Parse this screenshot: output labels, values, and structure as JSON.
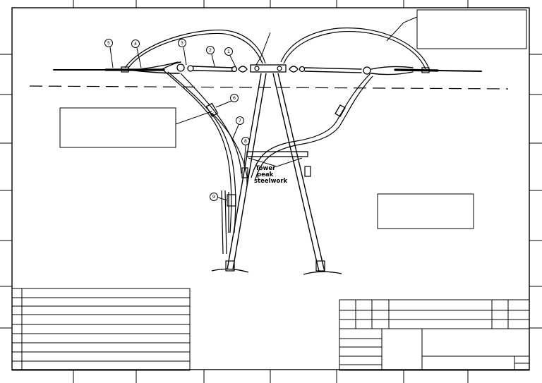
{
  "drawing": {
    "steelwork_label": [
      "Tower",
      "peak",
      "steelwork"
    ],
    "item_numbers": [
      "1",
      "2",
      "3",
      "4",
      "5",
      "6",
      "7",
      "8",
      "9"
    ],
    "callout_boxes": [
      "",
      "",
      "",
      ""
    ]
  },
  "colors": {
    "line": "#000000",
    "background": "#ffffff"
  }
}
